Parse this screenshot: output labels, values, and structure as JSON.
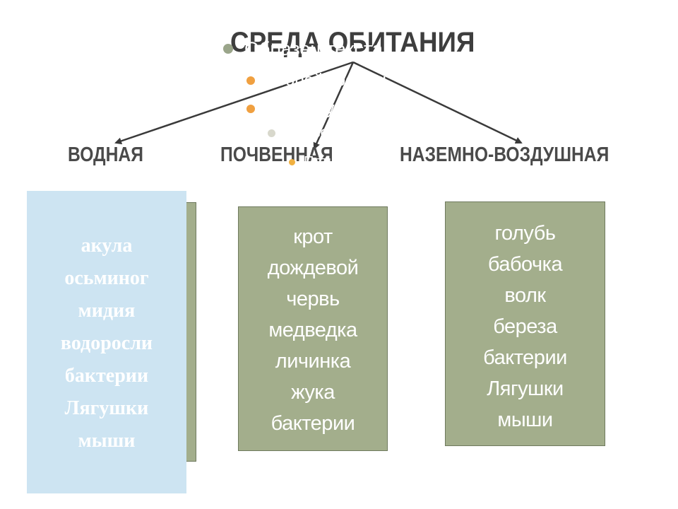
{
  "diagram": {
    "title": "СРЕДА ОБИТАНИЯ",
    "categories": {
      "water": "ВОДНАЯ",
      "soil": "ПОЧВЕННАЯ",
      "land": "НАЗЕМНО-ВОЗДУШНАЯ"
    },
    "placeholder": {
      "line1": "Образец текста",
      "line2": "Второй уровень",
      "line3": "Третий уровень",
      "line4": "Четвертый уровень",
      "line5": "Пятый уровень"
    },
    "boxes": {
      "water": [
        "акула",
        "осьминог",
        "мидия",
        "водоросли",
        "бактерии",
        "Лягушки",
        "мыши"
      ],
      "soil": [
        "крот",
        "дождевой",
        "червь",
        "медведка",
        "личинка",
        "жука",
        "бактерии"
      ],
      "land": [
        "голубь",
        "бабочка",
        "волк",
        "береза",
        "бактерии",
        "Лягушки",
        "мыши"
      ]
    },
    "colors": {
      "box_green": "#a3ae8c",
      "box_blue": "#cde4f2",
      "bullet_gray": "#9aa58a",
      "bullet_orange": "#f0a040"
    }
  }
}
